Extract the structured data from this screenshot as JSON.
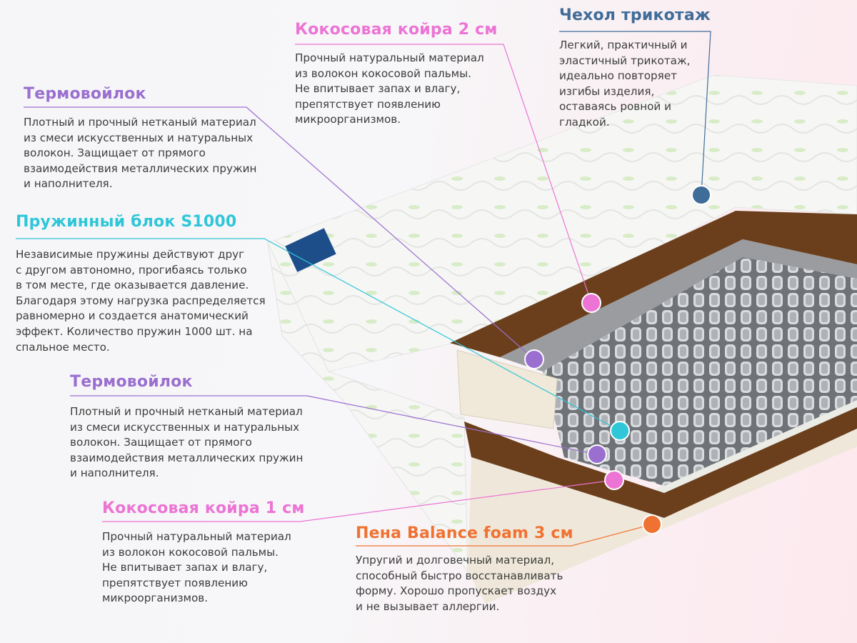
{
  "layers": [
    {
      "id": "coir-top",
      "title": "Кокосовая койра 2 см",
      "text": "Прочный натуральный материал\nиз волокон кокосовой пальмы.\nНе впитывает запах и влагу,\nпрепятствует появлению\nмикроорганизмов.",
      "color": "#ec74d4"
    },
    {
      "id": "cover",
      "title": "Чехол трикотаж",
      "text": "Легкий, практичный и\nэластичный трикотаж,\nидеально повторяет\nизгибы изделия,\nоставаясь ровной и\nгладкой.",
      "color": "#3f6c98"
    },
    {
      "id": "felt-top",
      "title": "Термовойлок",
      "text": "Плотный и прочный нетканый материал\nиз смеси искусственных и натуральных\nволокон. Защищает от прямого\nвзаимодействия металлических пружин\nи наполнителя.",
      "color": "#9a6fcf"
    },
    {
      "id": "spring-block",
      "title": "Пружинный блок S1000",
      "text": "Независимые пружины действуют друг\nс другом автономно, прогибаясь только\nв том месте, где оказывается давление.\nБлагодаря этому нагрузка распределяется\nравномерно и создается анатомический\nэффект. Количество пружин 1000 шт. на\nспальное место.",
      "color": "#2fc6d8"
    },
    {
      "id": "felt-bottom",
      "title": "Термовойлок",
      "text": "Плотный и прочный нетканый материал\nиз смеси искусственных и натуральных\nволокон. Защищает от прямого\nвзаимодействия металлических пружин\nи наполнителя.",
      "color": "#9a6fcf"
    },
    {
      "id": "coir-bottom",
      "title": "Кокосовая койра 1 см",
      "text": "Прочный натуральный материал\nиз волокон кокосовой пальмы.\nНе впитывает запах и влагу,\nпрепятствует появлению\nмикроорганизмов.",
      "color": "#ec74d4"
    },
    {
      "id": "foam",
      "title": "Пена Balance foam 3 см",
      "text": "Упругий и долговечный материал,\nспособный быстро восстанавливать\nформу. Хорошо пропускает воздух\nи не вызывает аллергии.",
      "color": "#f07232"
    }
  ]
}
